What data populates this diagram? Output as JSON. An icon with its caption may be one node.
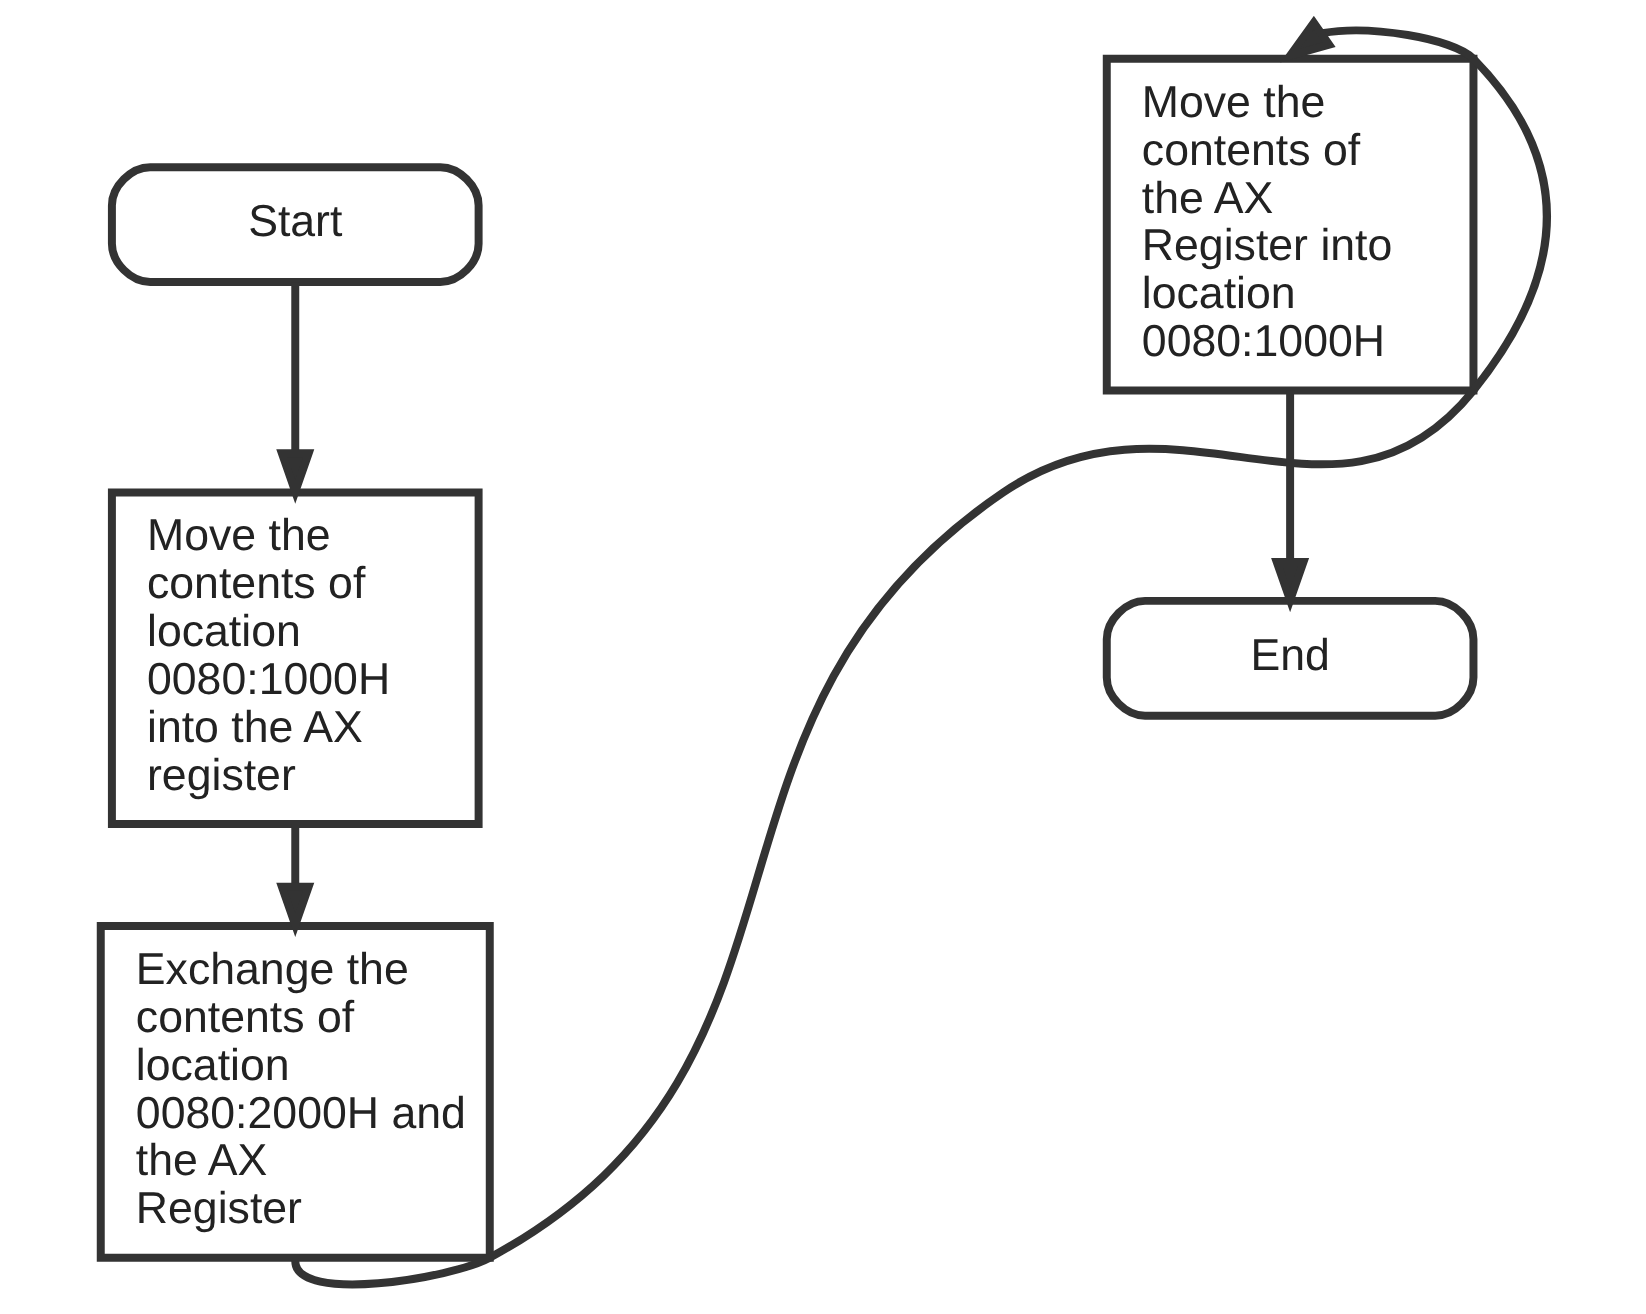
{
  "diagram": {
    "nodes": [
      {
        "text": [
          "Start"
        ]
      },
      {
        "text": [
          "Move the contents of location 0080:1000H into the AX register"
        ]
      },
      {
        "text": [
          "Exchange the contents of location 0080:2000H and the AX Register"
        ]
      },
      {
        "text": [
          "Move the contents of the AX Register into location 0080:1000H"
        ]
      },
      {
        "text": [
          "End"
        ]
      }
    ],
    "edges": [
      {
        "from": 0,
        "to": 1,
        "arrow": "to"
      },
      {
        "from": 1,
        "to": 2,
        "arrow": "to"
      },
      {
        "from": 2,
        "to": 3,
        "arrow": "to"
      },
      {
        "from": 3,
        "to": 4,
        "arrow": "to"
      }
    ]
  }
}
